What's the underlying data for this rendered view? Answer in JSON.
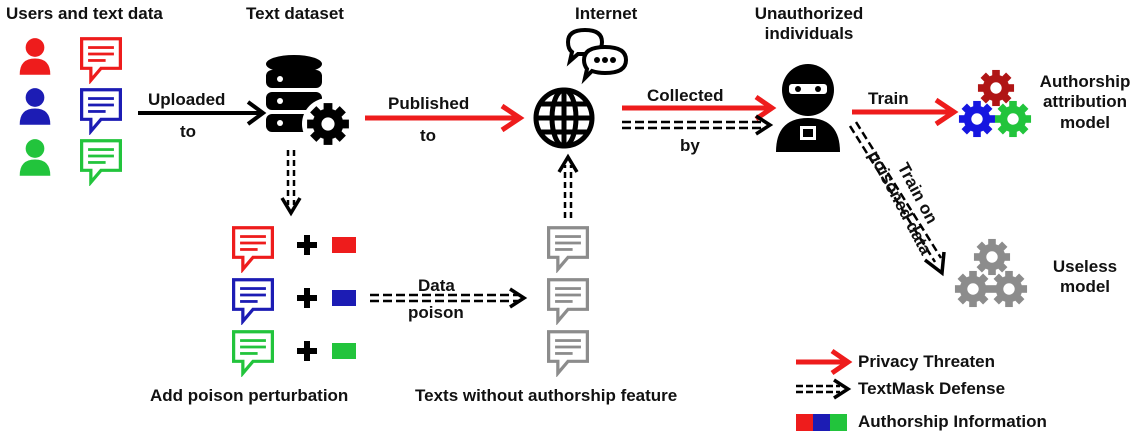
{
  "headings": {
    "users": "Users and text data",
    "dataset": "Text dataset",
    "internet": "Internet",
    "unauthorized_line1": "Unauthorized",
    "unauthorized_line2": "individuals",
    "authorship_line1": "Authorship",
    "authorship_line2": "attribution",
    "authorship_line3": "model",
    "useless_line1": "Useless",
    "useless_line2": "model"
  },
  "edges": {
    "uploaded_1": "Uploaded",
    "uploaded_2": "to",
    "published_1": "Published",
    "published_2": "to",
    "collected_1": "Collected",
    "collected_2": "by",
    "train": "Train",
    "train_poisoned_1": "Train on",
    "train_poisoned_2": "poisoned data",
    "data_poison_1": "Data",
    "data_poison_2": "poison"
  },
  "captions": {
    "add_poison": "Add poison perturbation",
    "texts_without": "Texts without authorship feature"
  },
  "legend": {
    "privacy_threaten": "Privacy Threaten",
    "textmask_defense": "TextMask Defense",
    "authorship_information": "Authorship Information"
  },
  "colors": {
    "red": "#ee1c1c",
    "blue": "#1c1cb4",
    "green": "#22c43c",
    "threat_arrow": "#ee1c1c",
    "defense_arrow": "#000000",
    "gray": "#8c8c8c",
    "gear_red": "#b01515",
    "gear_blue": "#1616e0",
    "gear_green": "#22c43c"
  },
  "icons": [
    "user-icon",
    "chat-bubble-icon",
    "database-gear-icon",
    "globe-icon",
    "speech-bubbles-icon",
    "hacker-icon",
    "gear-icon",
    "plus-icon"
  ]
}
